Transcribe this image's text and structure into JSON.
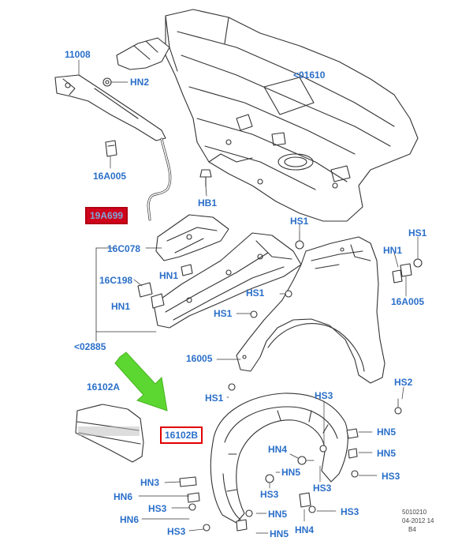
{
  "colors": {
    "callout_text": "#2a6fc9",
    "highlight_fill": "#d0021b",
    "highlight_box_border": "#e00000",
    "arrow": "#5cd630",
    "line_art": "#333333"
  },
  "callouts": {
    "c11008": "11008",
    "hn2": "HN2",
    "c01610": "<01610",
    "c16a005_left": "16A005",
    "c19a699": "19A699",
    "hb1": "HB1",
    "hs1_top": "HS1",
    "hs1_right": "HS1",
    "hn1_right": "HN1",
    "c16a005_right": "16A005",
    "c16c078": "16C078",
    "hn1_mid": "HN1",
    "c16c198": "16C198",
    "hn1_left": "HN1",
    "hs1_mid": "HS1",
    "hs1_fender": "HS1",
    "c02885": "<02885",
    "c16005": "16005",
    "c16102a": "16102A",
    "hs1_lower": "HS1",
    "c16102b": "16102B",
    "hs3_a": "HS3",
    "hs2": "HS2",
    "hn5_a": "HN5",
    "hn4_a": "HN4",
    "hn5_b": "HN5",
    "hn5_c": "HN5",
    "hs3_b": "HS3",
    "hs3_c": "HS3",
    "hn3": "HN3",
    "hs3_d": "HS3",
    "hn6_a": "HN6",
    "hs3_e": "HS3",
    "hs3_f": "HS3",
    "hn6_b": "HN6",
    "hn5_d": "HN5",
    "hn4_b": "HN4",
    "hs3_g": "HS3",
    "hn5_e": "HN5"
  },
  "footer": {
    "line1": "5010210",
    "line2": "04-2012 14",
    "line3": "B4"
  }
}
